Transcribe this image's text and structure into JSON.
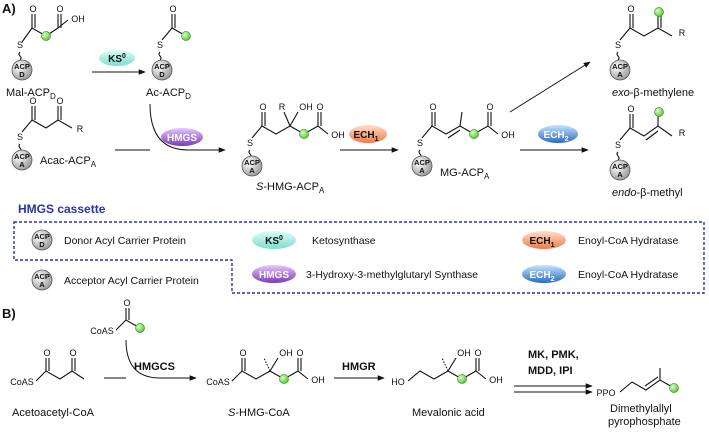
{
  "panel_a": {
    "label": "A)",
    "compounds": {
      "mal_acp": "Mal-ACP",
      "mal_acp_sub": "D",
      "ac_acp": "Ac-ACP",
      "ac_acp_sub": "D",
      "acac_acp": "Acac-ACP",
      "acac_acp_sub": "A",
      "hmg_acp_prefix": "S",
      "hmg_acp": "-HMG-ACP",
      "hmg_acp_sub": "A",
      "mg_acp": "MG-ACP",
      "mg_acp_sub": "A",
      "exo_prefix": "exo",
      "exo_rest": "-β-methylene",
      "endo_prefix": "endo",
      "endo_rest": "-β-methyl"
    },
    "enzymes": {
      "ks": "KS",
      "ks_sup": "0",
      "hmgs": "HMGS",
      "ech1": "ECH",
      "ech1_sub": "1",
      "ech2": "ECH",
      "ech2_sub": "2"
    },
    "atoms": {
      "s": "S",
      "o": "O",
      "oh": "OH",
      "r": "R",
      "acp": "ACP",
      "d": "D",
      "a": "A"
    }
  },
  "legend": {
    "title": "HMGS cassette",
    "donor": "Donor Acyl Carrier Protein",
    "acceptor": "Acceptor Acyl Carrier Protein",
    "ks_desc": "Ketosynthase",
    "hmgs_desc": "3-Hydroxy-3-methylglutaryl Synthase",
    "ech1_desc": "Enoyl-CoA Hydratase",
    "ech2_desc": "Enoyl-CoA Hydratase"
  },
  "panel_b": {
    "label": "B)",
    "acetoacetyl": "Acetoacetyl-CoA",
    "hmg_coa_prefix": "S",
    "hmg_coa": "-HMG-CoA",
    "mevalonic": "Mevalonic acid",
    "dmapp_line1": "Dimethylallyl",
    "dmapp_line2": "pyrophosphate",
    "coas": "CoAS",
    "ho": "HO",
    "ppo": "PPO",
    "enzymes": {
      "hmgcs": "HMGCS",
      "hmgr": "HMGR",
      "late_line1": "MK, PMK,",
      "late_line2": "MDD, IPI"
    }
  },
  "colors": {
    "green_carbon": "#7fd85a",
    "ks": "#8fe6d8",
    "hmgs": "#8e4fc4",
    "ech1": "#f28c5c",
    "ech2": "#2f7fd6",
    "legend_border": "#2a32a8"
  }
}
